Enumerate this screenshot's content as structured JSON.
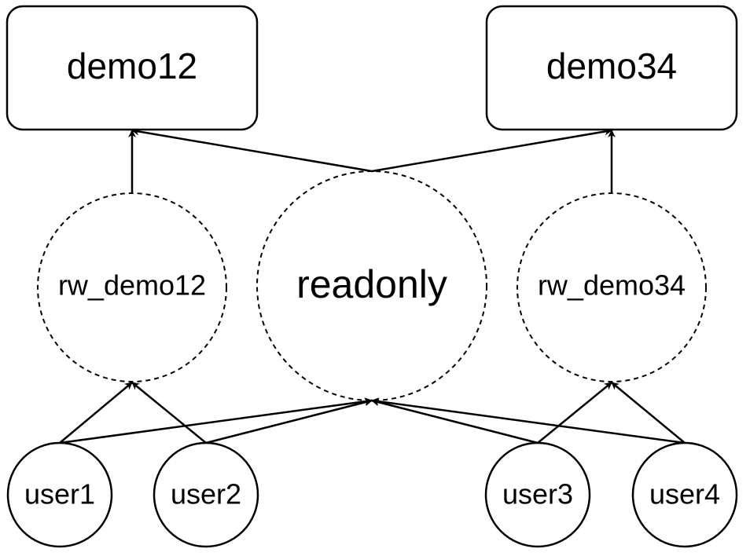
{
  "databases": {
    "demo12": "demo12",
    "demo34": "demo34"
  },
  "roles": {
    "rw_demo12": "rw_demo12",
    "readonly": "readonly",
    "rw_demo34": "rw_demo34"
  },
  "users": {
    "user1": "user1",
    "user2": "user2",
    "user3": "user3",
    "user4": "user4"
  },
  "style": {
    "stroke": "#000000",
    "background": "#ffffff"
  }
}
